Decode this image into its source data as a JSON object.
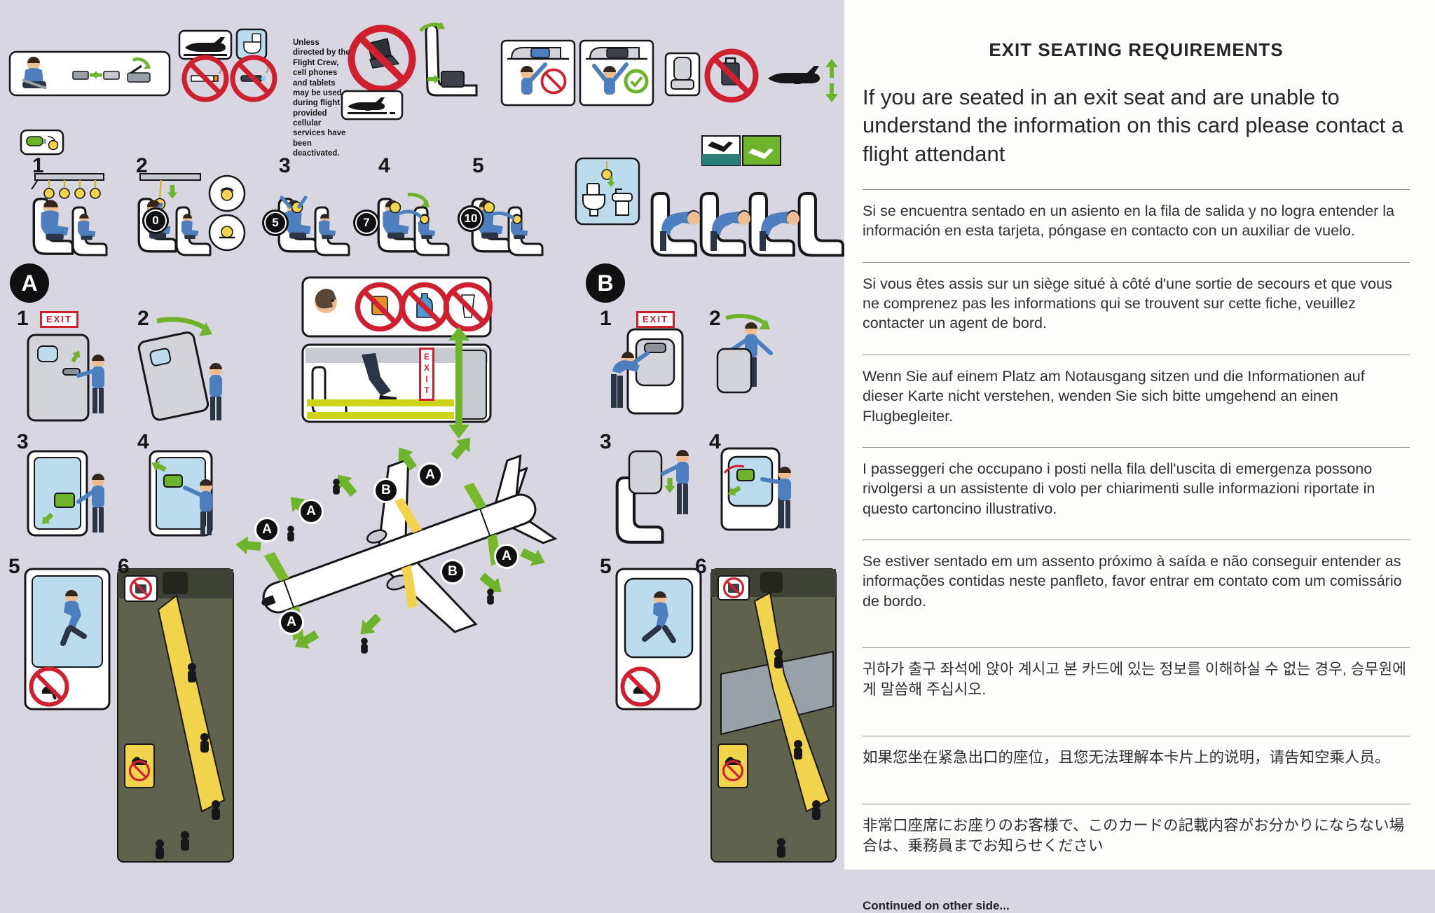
{
  "colors": {
    "background": "#d8d7e1",
    "panel": "#ffffff",
    "outline": "#17171a",
    "red": "#cf2030",
    "green": "#6db32b",
    "yellow": "#f2d34c",
    "light_blue": "#bcdcee",
    "teal": "#2a7e78",
    "slide_panel": "#5f634e"
  },
  "labels": {
    "exit": "EXIT",
    "section_a": "A",
    "section_b": "B"
  },
  "icons": {
    "prohibition-icon": "red circle with diagonal slash",
    "green-arrow-icon": "green directional arrow",
    "timer-icon": "black clock circle with minutes value",
    "exit-badge": "black circle with exit letter"
  },
  "notices": {
    "electronics": "Unless directed by the Flight Crew, cell phones and tablets may be used during flight provided cellular services have been deactivated."
  },
  "oxygen_steps": [
    "1",
    "2",
    "3",
    "4",
    "5"
  ],
  "mask_timers": [
    "0",
    "5",
    "7",
    "10"
  ],
  "door_steps": [
    "1",
    "2",
    "3",
    "4",
    "5",
    "6"
  ],
  "exit_seating": {
    "title": "EXIT SEATING REQUIREMENTS",
    "english": "If you are seated in an exit seat and are unable to understand the information on this card please contact a flight attendant",
    "translations": [
      {
        "language": "Spanish",
        "text": "Si se encuentra sentado en un asiento en la fila de salida y no logra entender la información en esta tarjeta, póngase en contacto con un auxiliar de vuelo."
      },
      {
        "language": "French",
        "text": "Si vous êtes assis sur un siège situé à côté d'une sortie de secours et que vous ne comprenez pas les informations qui se trouvent sur cette fiche, veuillez contacter un agent de bord."
      },
      {
        "language": "German",
        "text": "Wenn Sie auf einem Platz am Notausgang sitzen und die Informationen auf dieser Karte nicht verstehen, wenden Sie sich bitte umgehend an einen Flugbegleiter."
      },
      {
        "language": "Italian",
        "text": "I passeggeri che occupano i posti nella fila dell'uscita di emergenza possono rivolgersi a un assistente di volo per chiarimenti sulle informazioni riportate in questo cartoncino illustrativo."
      },
      {
        "language": "Portuguese",
        "text": "Se estiver sentado em um assento próximo à saída e não conseguir entender as informações contidas neste panfleto, favor entrar em contato com um comissário de bordo."
      },
      {
        "language": "Korean",
        "text": "귀하가 출구 좌석에 앉아 계시고 본 카드에 있는 정보를 이해하실 수 없는 경우, 승무원에게 말씀해 주십시오."
      },
      {
        "language": "Chinese",
        "text": "如果您坐在紧急出口的座位，且您无法理解本卡片上的说明，请告知空乘人员。"
      },
      {
        "language": "Japanese",
        "text": "非常口座席にお座りのお客様で、このカードの記載内容がお分かりにならない場合は、乗務員までお知らせください"
      }
    ],
    "continued": "Continued on other side..."
  }
}
